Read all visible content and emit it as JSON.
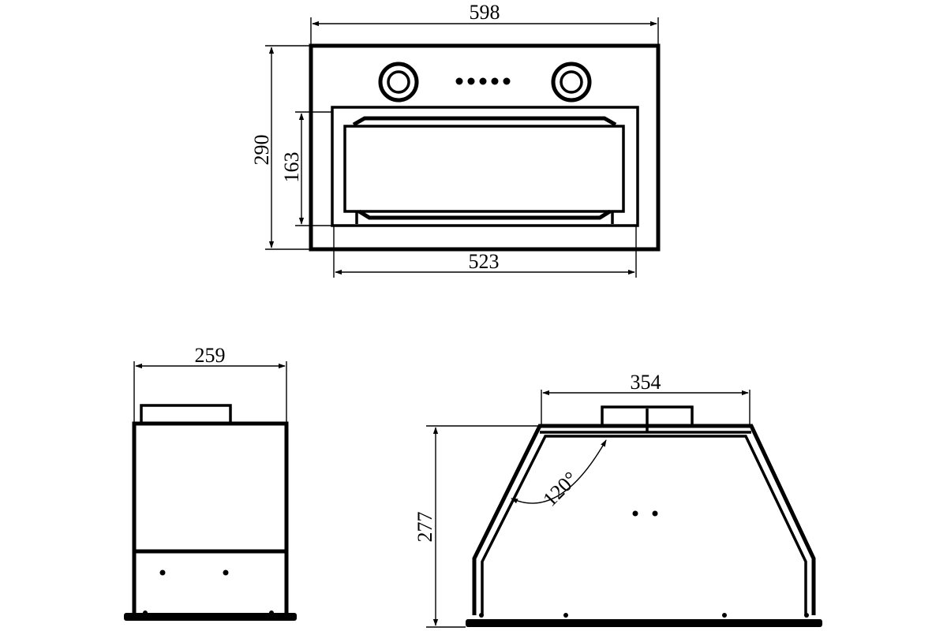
{
  "front_view": {
    "width_label": "598",
    "height_label": "290",
    "inner_height_label": "163",
    "inner_width_label": "523"
  },
  "side_view": {
    "width_label": "259"
  },
  "profile_view": {
    "top_width_label": "354",
    "height_label": "277",
    "angle_label": "120°"
  },
  "colors": {
    "line": "#000000",
    "background": "#ffffff"
  }
}
